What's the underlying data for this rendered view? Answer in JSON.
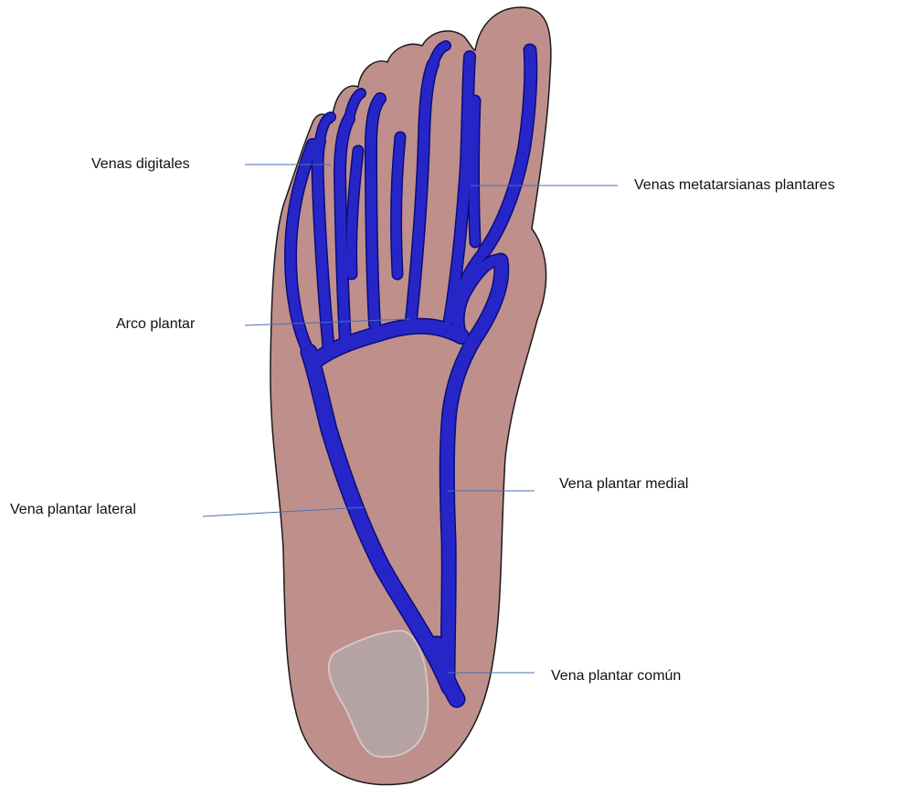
{
  "labels": {
    "digital_veins": "Venas digitales",
    "metatarsal_veins": "Venas metatarsianas plantares",
    "plantar_arch": "Arco plantar",
    "lateral_vein": "Vena plantar lateral",
    "medial_vein": "Vena plantar medial",
    "common_vein": "Vena plantar común"
  },
  "colors": {
    "skin": "#bf8f8c",
    "outline": "#1a1a1a",
    "vein": "#2626c8",
    "vein_edge": "#0c0c78",
    "heel_pad": "#b5a3a3",
    "heel_pad_edge": "#d4c4c4",
    "leader": "#4a6fb5"
  }
}
